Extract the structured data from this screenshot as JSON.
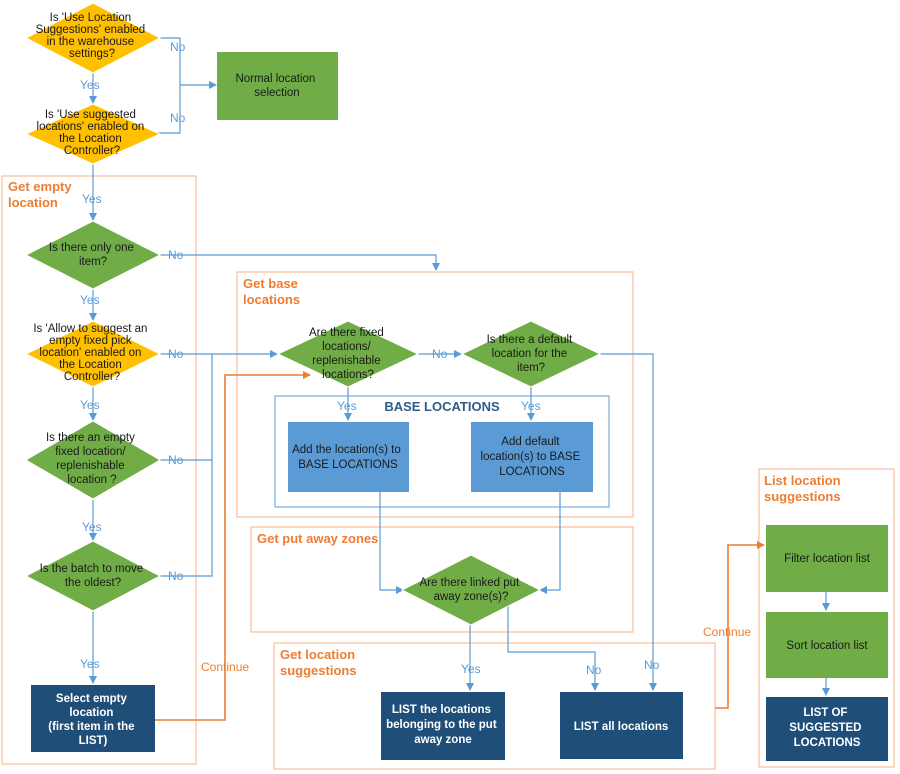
{
  "colors": {
    "decision_yellow": "#FFC000",
    "decision_green": "#70AD47",
    "process_green": "#70AD47",
    "process_lightblue": "#5B9BD5",
    "process_darkblue": "#1F4E79",
    "group_border": "#F4B183",
    "line_blue": "#5B9BD5",
    "line_orange": "#ED7D31"
  },
  "groups": {
    "get_empty_location": [
      "Get empty",
      "location"
    ],
    "get_base_locations": [
      "Get base",
      "locations"
    ],
    "base_locations": "BASE LOCATIONS",
    "get_put_away_zones": "Get put away zones",
    "get_location_suggestions": [
      "Get location",
      "suggestions"
    ],
    "list_location_suggestions": [
      "List location",
      "suggestions"
    ]
  },
  "nodes": {
    "d_use_location_suggestions": [
      "Is 'Use Location",
      "Suggestions' enabled",
      "in the warehouse",
      "settings?"
    ],
    "d_use_suggested_locations": [
      "Is 'Use suggested",
      "locations' enabled on",
      "the Location",
      "Controller?"
    ],
    "p_normal_location_selection": [
      "Normal location",
      "selection"
    ],
    "d_only_one_item": [
      "Is there only one",
      "item?"
    ],
    "d_allow_suggest_empty_fixed": [
      "Is 'Allow to suggest an",
      "empty fixed pick",
      "location' enabled on",
      "the Location",
      "Controller?"
    ],
    "d_empty_fixed_location": [
      "Is there an empty",
      "fixed location/",
      "replenishable",
      "location ?"
    ],
    "d_batch_oldest": [
      "Is the batch to move",
      "the oldest?"
    ],
    "p_select_empty_location": [
      "Select empty",
      "location",
      "(first item in the",
      "LIST)"
    ],
    "d_fixed_replenishable": [
      "Are there fixed",
      "locations/",
      "replenishable",
      "locations?"
    ],
    "d_default_location": [
      "Is there a default",
      "location for the",
      "item?"
    ],
    "p_add_locations_base": [
      "Add the location(s) to",
      "BASE LOCATIONS"
    ],
    "p_add_default_base": [
      "Add default",
      "location(s) to  BASE",
      "LOCATIONS"
    ],
    "d_linked_put_away": [
      "Are there linked put",
      "away zone(s)?"
    ],
    "p_list_put_away_zone": [
      "LIST the locations",
      "belonging to the put",
      "away zone"
    ],
    "p_list_all_locations": "LIST all locations",
    "p_filter_location_list": "Filter location list",
    "p_sort_location_list": "Sort location list",
    "p_list_suggested_locations": [
      "LIST OF",
      "SUGGESTED",
      "LOCATIONS"
    ]
  },
  "labels": {
    "yes": "Yes",
    "no": "No",
    "continue": "Continue"
  }
}
